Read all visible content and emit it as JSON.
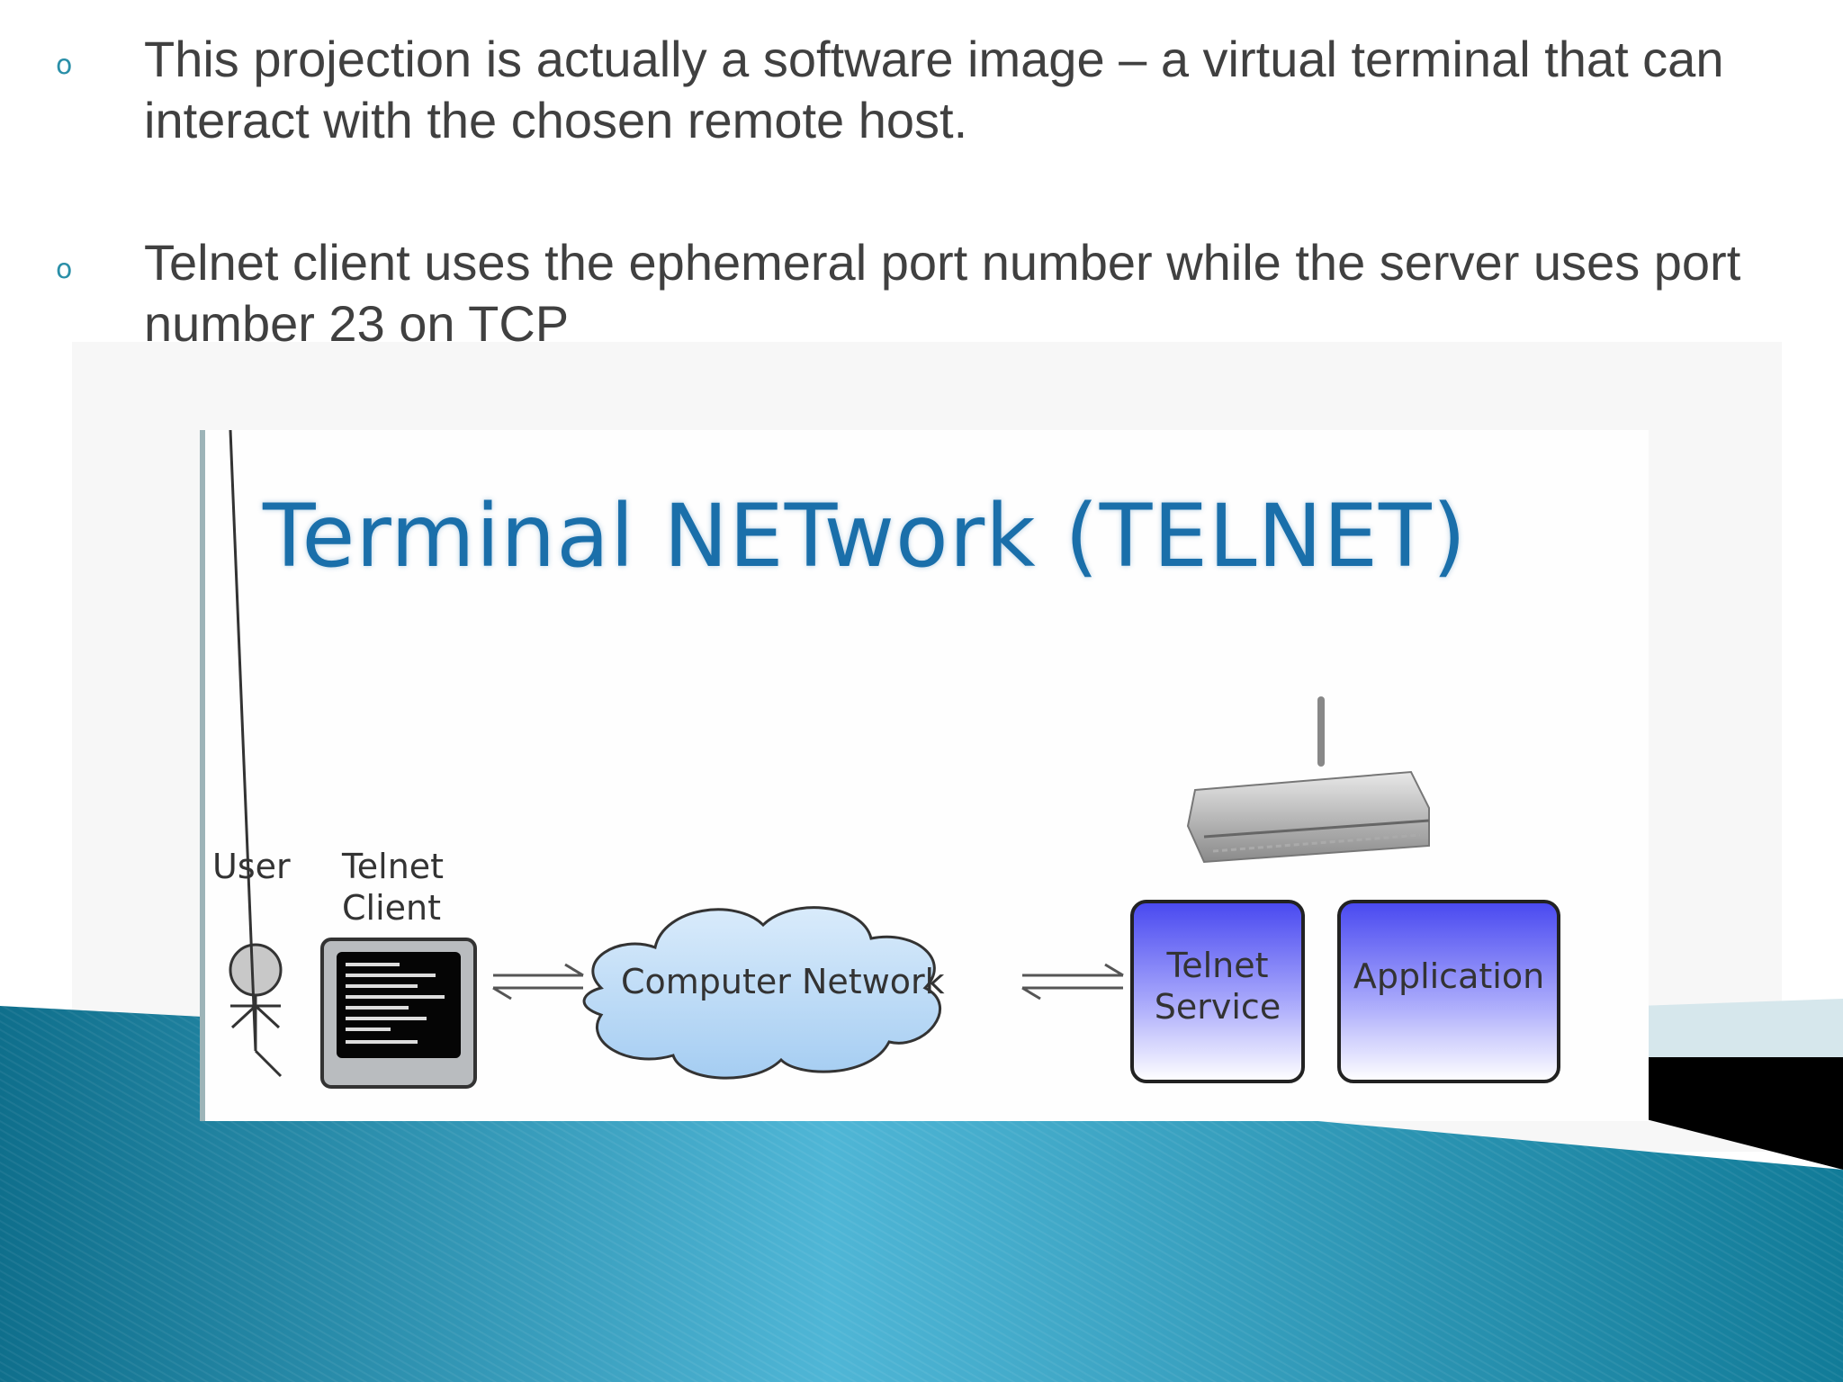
{
  "bullets": [
    {
      "marker": "o",
      "text": "This projection is actually a software image – a virtual terminal that can interact with the chosen remote host."
    },
    {
      "marker": "o",
      "text": "Telnet client uses the ephemeral port number while the server uses port number 23 on TCP"
    }
  ],
  "figure": {
    "title": "Terminal NETwork (TELNET)",
    "user_label": "User",
    "client_label": "Telnet Client",
    "network_label": "Computer Network",
    "service_label": "Telnet Service",
    "application_label": "Application"
  },
  "colors": {
    "body_text": "#404040",
    "bullet_marker": "#2a8fa8",
    "title_blue": "#1a6faa",
    "teal": "#1f8fae",
    "box_blue": "#5a5af0"
  }
}
